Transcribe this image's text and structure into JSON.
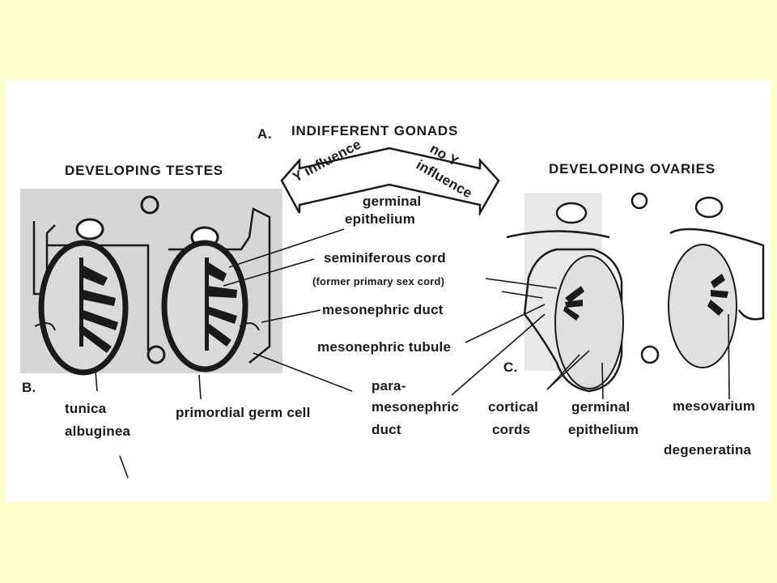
{
  "labels": {
    "panel_a": "A.",
    "indifferent_gonads": "INDIFFERENT GONADS",
    "developing_testes": "DEVELOPING TESTES",
    "developing_ovaries": "DEVELOPING OVARIES",
    "y_influence": "Y influence",
    "no_y": "no Y",
    "influence": "influence",
    "germinal": "germinal",
    "epithelium": "epithelium",
    "seminiferous_cord": "seminiferous cord",
    "former_primary_sex_cord": "(former primary sex cord)",
    "mesonephric_duct": "mesonephric duct",
    "mesonephric_tubule": "mesonephric tubule",
    "panel_b": "B.",
    "tunica": "tunica",
    "albuginea": "albuginea",
    "primordial_germ_cell": "primordial germ cell",
    "para": "para-",
    "mesonephric": "mesonephric",
    "duct": "duct",
    "panel_c": "C.",
    "cortical": "cortical",
    "cords": "cords",
    "germinal_2": "germinal",
    "epithelium_2": "epithelium",
    "mesovarium": "mesovarium",
    "degeneratina": "degeneratina"
  },
  "colors": {
    "page_background": "#ffffcc",
    "figure_background": "#ffffff",
    "stipple": "#d6d6d6",
    "ink": "#1a1a1a"
  }
}
